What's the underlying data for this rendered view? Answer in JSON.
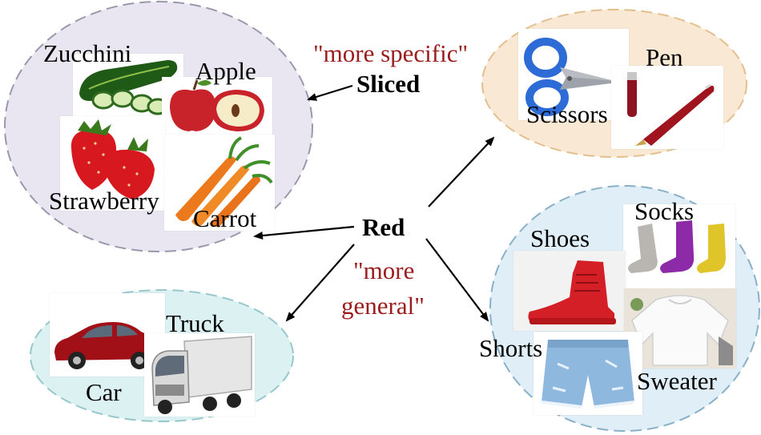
{
  "center": {
    "label": "Red"
  },
  "specific": {
    "word": "Sliced",
    "note": "\"more specific\""
  },
  "general": {
    "note_line1": "\"more",
    "note_line2": "general\""
  },
  "groups": {
    "produce": [
      "Zucchini",
      "Apple",
      "Strawberry",
      "Carrot"
    ],
    "stationery": [
      "Scissors",
      "Pen"
    ],
    "clothing": [
      "Shoes",
      "Socks",
      "Shorts",
      "Sweater"
    ],
    "vehicles": [
      "Truck",
      "Car"
    ]
  },
  "colors": {
    "produce_bubble": "#e9e6f1",
    "stationery_bubble": "#f8e8d4",
    "clothing_bubble": "#dfeef7",
    "vehicles_bubble": "#dcf1f2",
    "annotation": "#9b1c1c"
  },
  "icons": [
    "zucchini-image",
    "apple-image",
    "strawberry-image",
    "carrot-image",
    "scissors-image",
    "pen-image",
    "socks-image",
    "shoes-image",
    "sweater-image",
    "shorts-image",
    "car-image",
    "truck-image"
  ]
}
